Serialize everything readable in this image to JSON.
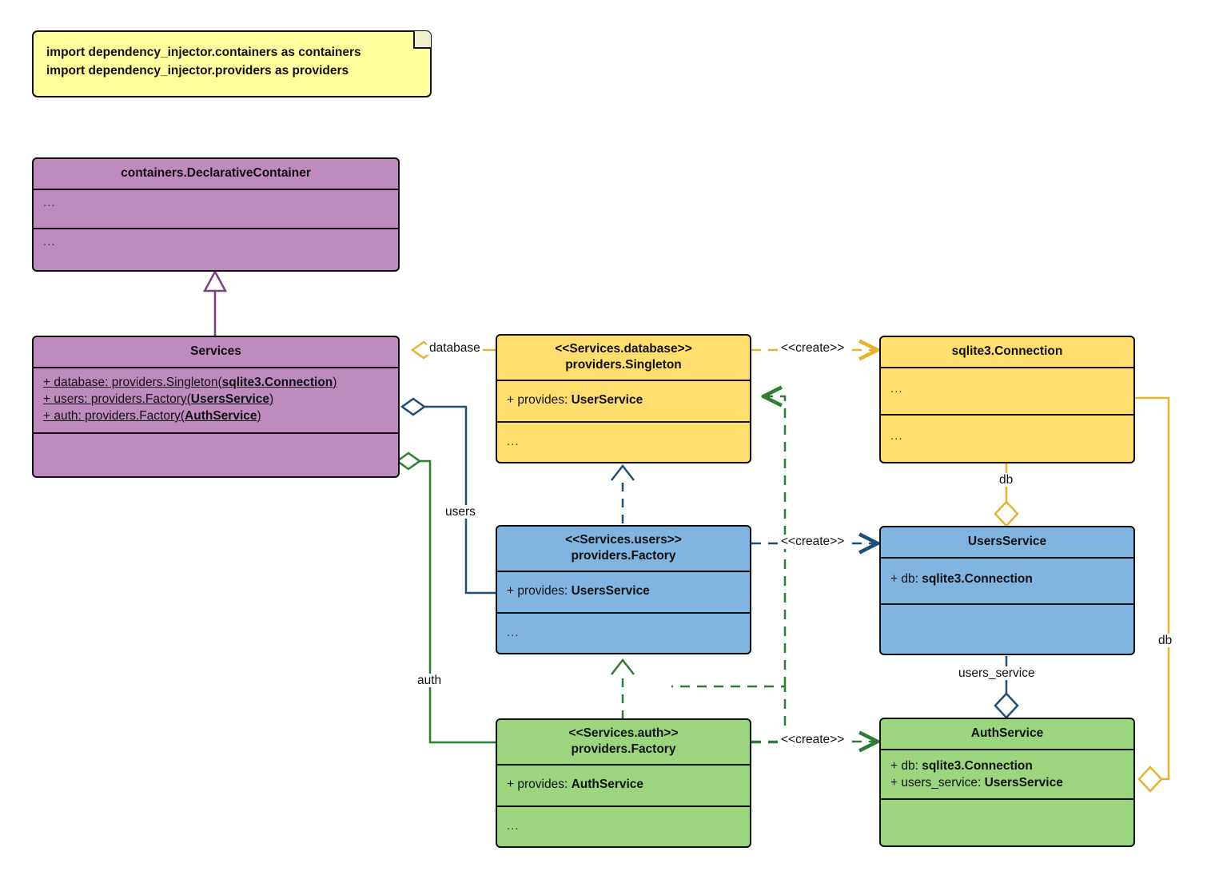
{
  "diagram": {
    "title": "dependency_injector services container UML class diagram",
    "colors": {
      "purple": "#bd8cbd",
      "yellow": "#ffde6e",
      "blue": "#7fb5e0",
      "green": "#9bd67e",
      "note": "#ffff9e",
      "outline": "#111111",
      "orange_edge": "#e8b230",
      "blue_edge": "#1f4e79",
      "green_edge": "#2e7d32",
      "purple_edge": "#7b3f7b"
    }
  },
  "note": {
    "line1": "import dependency_injector.containers as containers",
    "line2": "import dependency_injector.providers as providers"
  },
  "classes": {
    "declarative_container": {
      "title": "containers.DeclarativeContainer",
      "attrs": "...",
      "methods": "..."
    },
    "services": {
      "title": "Services",
      "attr1": "+ database: providers.Singleton(",
      "attr1_bold": "sqlite3.Connection",
      "attr1_end": ")",
      "attr2": "+ users: providers.Factory(",
      "attr2_bold": "UsersService",
      "attr2_end": ")",
      "attr3": "+ auth: providers.Factory(",
      "attr3_bold": "AuthService",
      "attr3_end": ")",
      "methods": ""
    },
    "services_database": {
      "stereotype": "<<Services.database>>",
      "title": "providers.Singleton",
      "attr_prefix": "+ provides: ",
      "attr_bold": "UserService",
      "methods": "..."
    },
    "sqlite_connection": {
      "title": "sqlite3.Connection",
      "attrs": "...",
      "methods": "..."
    },
    "services_users": {
      "stereotype": "<<Services.users>>",
      "title": "providers.Factory",
      "attr_prefix": "+ provides: ",
      "attr_bold": "UsersService",
      "methods": "..."
    },
    "users_service": {
      "title": "UsersService",
      "attr_prefix": "+ db: ",
      "attr_bold": "sqlite3.Connection",
      "methods": ""
    },
    "services_auth": {
      "stereotype": "<<Services.auth>>",
      "title": "providers.Factory",
      "attr_prefix": "+ provides: ",
      "attr_bold": "AuthService",
      "methods": "..."
    },
    "auth_service": {
      "title": "AuthService",
      "attr1_prefix": "+ db: ",
      "attr1_bold": "sqlite3.Connection",
      "attr2_prefix": "+ users_service: ",
      "attr2_bold": "UsersService",
      "methods": ""
    }
  },
  "edge_labels": {
    "database": "database",
    "users": "users",
    "auth": "auth",
    "db_top": "db",
    "db_right": "db",
    "users_service": "users_service",
    "create_database": "<<create>>",
    "create_users": "<<create>>",
    "create_auth": "<<create>>"
  }
}
